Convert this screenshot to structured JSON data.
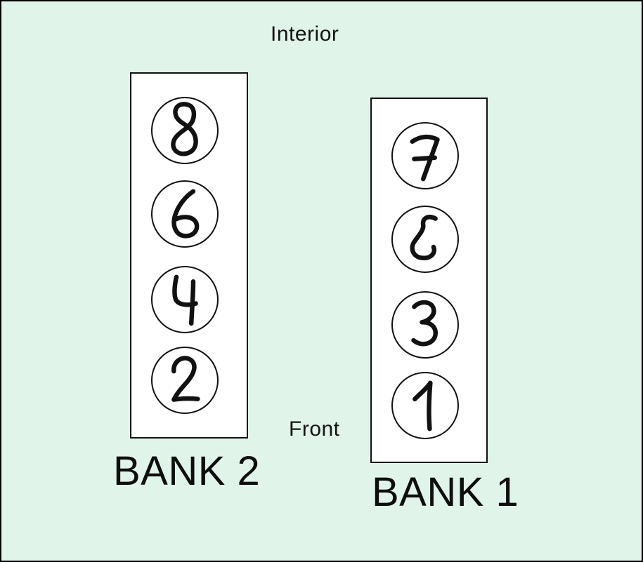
{
  "scene": {
    "background_color": "#e1f4ea",
    "panel_color": "#ffffff",
    "ink_color": "#111111",
    "border_color": "#000000"
  },
  "labels": {
    "interior": "Interior",
    "front": "Front"
  },
  "banks": [
    {
      "id": "bank-2",
      "label": "BANK 2",
      "cylinders": [
        "8",
        "6",
        "4",
        "2"
      ]
    },
    {
      "id": "bank-1",
      "label": "BANK 1",
      "cylinders": [
        "7",
        "5",
        "3",
        "1"
      ]
    }
  ]
}
